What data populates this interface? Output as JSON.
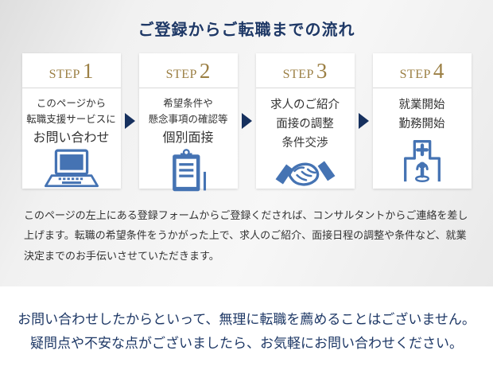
{
  "colors": {
    "navy": "#1e3866",
    "gold": "#9c8045",
    "icon_blue": "#4573b3",
    "section_bg": "#efefef"
  },
  "header": {
    "title": "ご登録からご転職までの流れ"
  },
  "steps": [
    {
      "label": "STEP",
      "number": "1",
      "lines": [
        "このページから",
        "転職支援サービスに",
        "お問い合わせ"
      ],
      "icon": "laptop-icon"
    },
    {
      "label": "STEP",
      "number": "2",
      "lines": [
        "希望条件や",
        "懸念事項の確認等",
        "個別面接"
      ],
      "icon": "clipboard-icon"
    },
    {
      "label": "STEP",
      "number": "3",
      "lines": [
        "求人のご紹介",
        "面接の調整",
        "条件交渉"
      ],
      "icon": "handshake-icon"
    },
    {
      "label": "STEP",
      "number": "4",
      "lines": [
        "就業開始",
        "勤務開始"
      ],
      "icon": "hospital-icon"
    }
  ],
  "description": "このページの左上にある登録フォームからご登録くだされば、コンサルタントからご連絡を差し上げます。転職の希望条件をうかがった上で、求人のご紹介、面接日程の調整や条件など、就業決定までのお手伝いさせていただきます。",
  "footer": {
    "line1": "お問い合わせしたからといって、無理に転職を薦めることはございません。",
    "line2": "疑問点や不安な点がございましたら、お気軽にお問い合わせください。"
  }
}
